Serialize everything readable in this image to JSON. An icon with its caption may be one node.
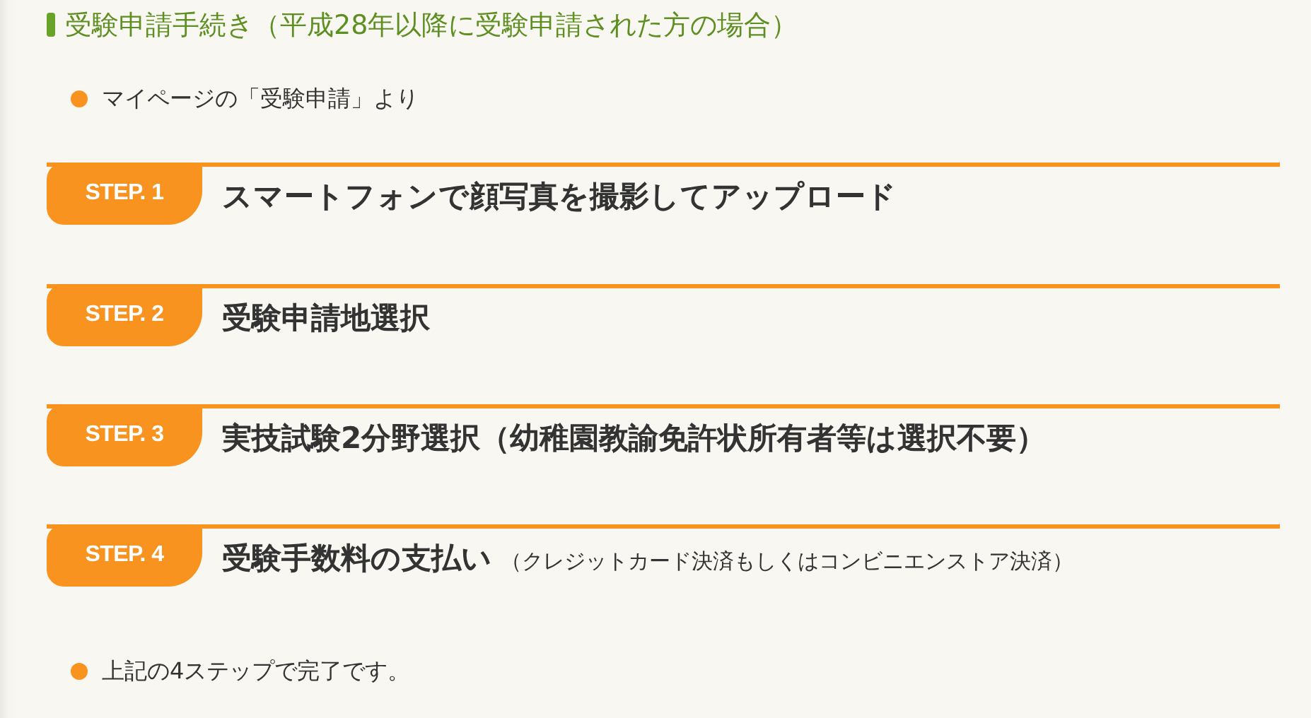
{
  "diagram": {
    "title": "受験申請手続き（平成28年以降に受験申請された方の場合）",
    "nodes": [
      {
        "text": [
          "STEP. 1",
          "スマートフォンで顔写真を撮影してアップロード"
        ]
      },
      {
        "text": [
          "STEP. 2",
          "受験申請地選択"
        ]
      },
      {
        "text": [
          "STEP. 3",
          "実技試験2分野選択（幼稚園教諭免許状所有者等は選択不要）"
        ]
      },
      {
        "text": [
          "STEP. 4",
          "受験手数料の支払い",
          "（クレジットカード決済もしくはコンビニエンストア決済）"
        ]
      }
    ],
    "labels": [
      "マイページの「受験申請」より",
      "上記の4ステップで完了です。"
    ]
  }
}
